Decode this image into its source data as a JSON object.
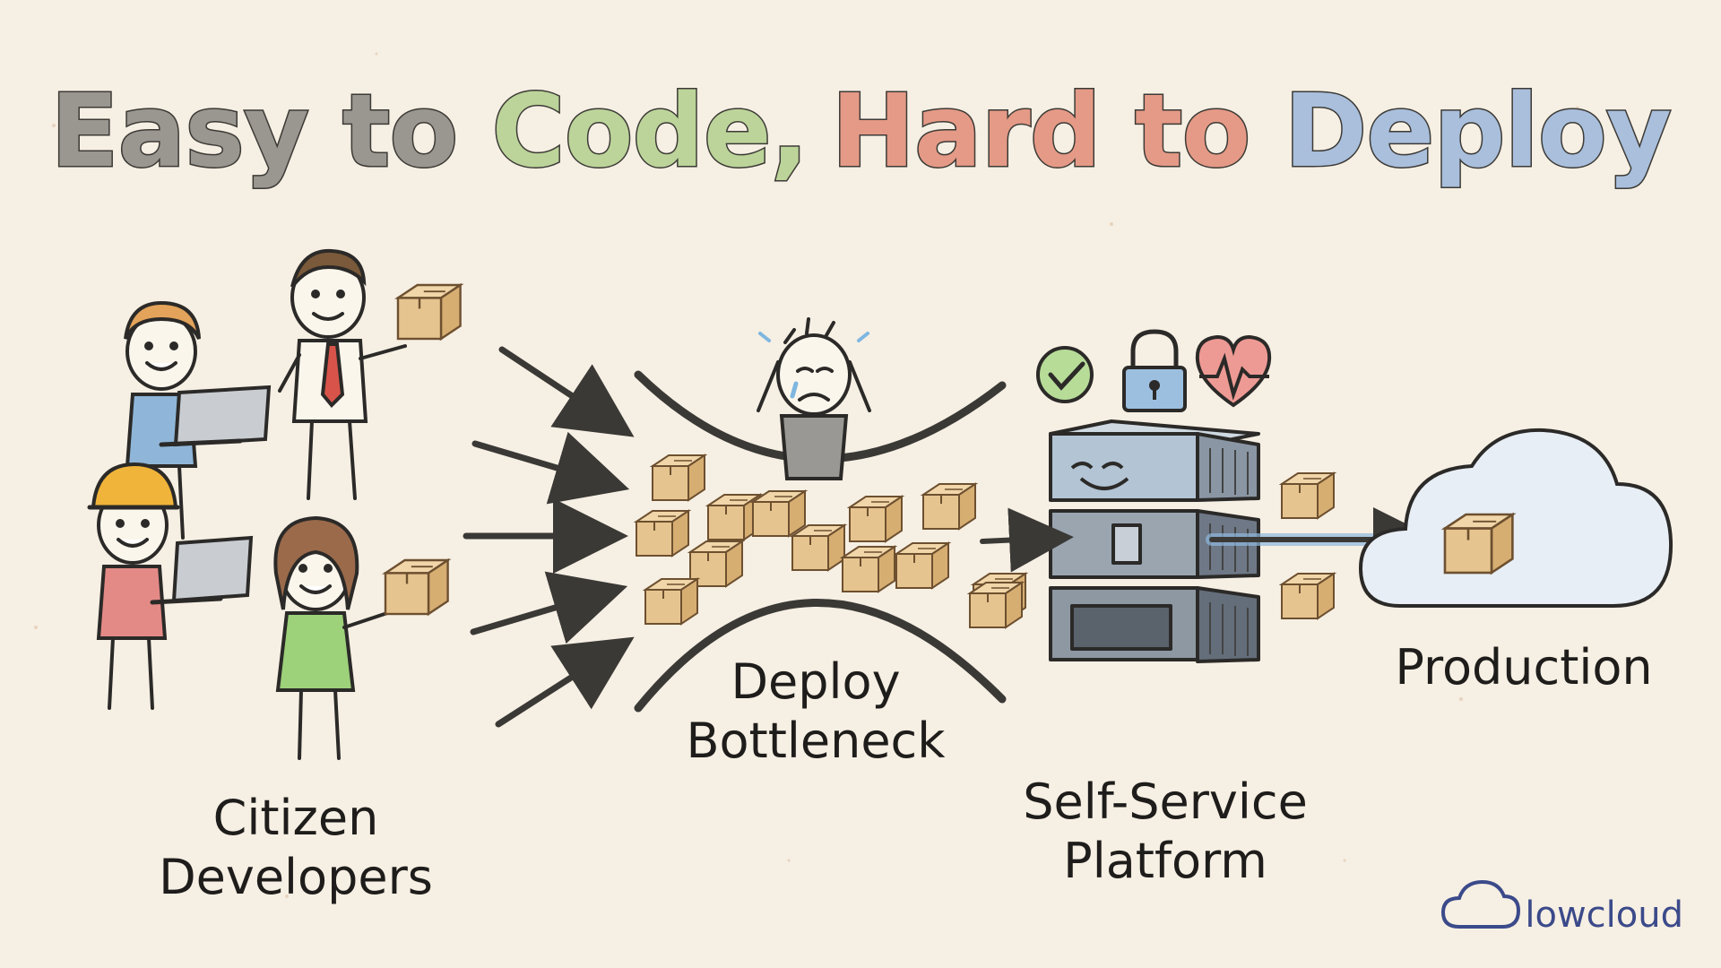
{
  "title": {
    "part1": "Easy to Code,",
    "part2": "Hard to Deploy",
    "words": [
      {
        "text": "Easy to",
        "color": "#9a9690"
      },
      {
        "text": "Code,",
        "color": "#bcd49a"
      },
      {
        "text": "Hard to",
        "color": "#e49a86"
      },
      {
        "text": "Deploy",
        "color": "#a9bfdc"
      }
    ]
  },
  "labels": {
    "citizen_line1": "Citizen",
    "citizen_line2": "Developers",
    "bottleneck_line1": "Deploy",
    "bottleneck_line2": "Bottleneck",
    "platform_line1": "Self-Service",
    "platform_line2": "Platform",
    "production": "Production"
  },
  "brand": {
    "name": "lowcloud",
    "color": "#3b4a8a"
  },
  "colors": {
    "box": "#e6c48f",
    "box_edge": "#7a5a36",
    "server": "#aebccb",
    "cloud": "#dfe8f2",
    "check": "#8bbf6a",
    "lock": "#8fb0d6",
    "heart": "#e4807a",
    "ink": "#2b2a28"
  },
  "icons": [
    "check-circle-icon",
    "padlock-icon",
    "heartbeat-icon",
    "box-icon",
    "cloud-icon",
    "lowcloud-logo-icon"
  ]
}
